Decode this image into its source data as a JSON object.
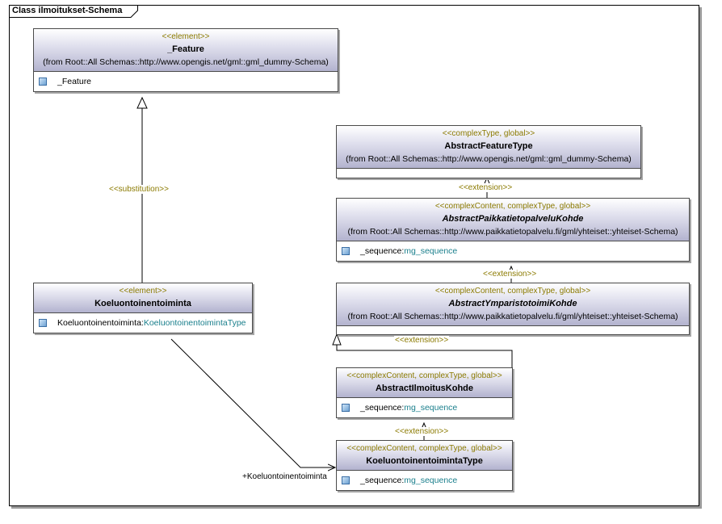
{
  "diagram": {
    "title": "Class ilmoitukset-Schema"
  },
  "classes": {
    "feature": {
      "stereotype": "<<element>>",
      "name": "_Feature",
      "from": "(from Root::All Schemas::http://www.opengis.net/gml::gml_dummy-Schema)",
      "attr_name": "_Feature",
      "attr_type": ""
    },
    "abstract_feature_type": {
      "stereotype": "<<complexType, global>>",
      "name": "AbstractFeatureType",
      "from": "(from Root::All Schemas::http://www.opengis.net/gml::gml_dummy-Schema)"
    },
    "paikkatieto": {
      "stereotype": "<<complexContent, complexType, global>>",
      "name": "AbstractPaikkatietopalveluKohde",
      "from": "(from Root::All Schemas::http://www.paikkatietopalvelu.fi/gml/yhteiset::yhteiset-Schema)",
      "attr_name": "_sequence:",
      "attr_type": "mg_sequence"
    },
    "ymparisto": {
      "stereotype": "<<complexContent, complexType, global>>",
      "name": "AbstractYmparistotoimiKohde",
      "from": "(from Root::All Schemas::http://www.paikkatietopalvelu.fi/gml/yhteiset::yhteiset-Schema)"
    },
    "koeluonto_element": {
      "stereotype": "<<element>>",
      "name": "Koeluontoinentoiminta",
      "attr_name": "Koeluontoinentoiminta:",
      "attr_type": "KoeluontoinentoimintaType"
    },
    "ilmoitus": {
      "stereotype": "<<complexContent, complexType, global>>",
      "name": "AbstractIlmoitusKohde",
      "attr_name": "_sequence:",
      "attr_type": "mg_sequence"
    },
    "koeluonto_type": {
      "stereotype": "<<complexContent, complexType, global>>",
      "name": "KoeluontoinentoimintaType",
      "attr_name": "_sequence:",
      "attr_type": "mg_sequence"
    }
  },
  "relations": {
    "substitution": "<<substitution>>",
    "extension": "<<extension>>",
    "role": "+Koeluontoinentoiminta"
  }
}
